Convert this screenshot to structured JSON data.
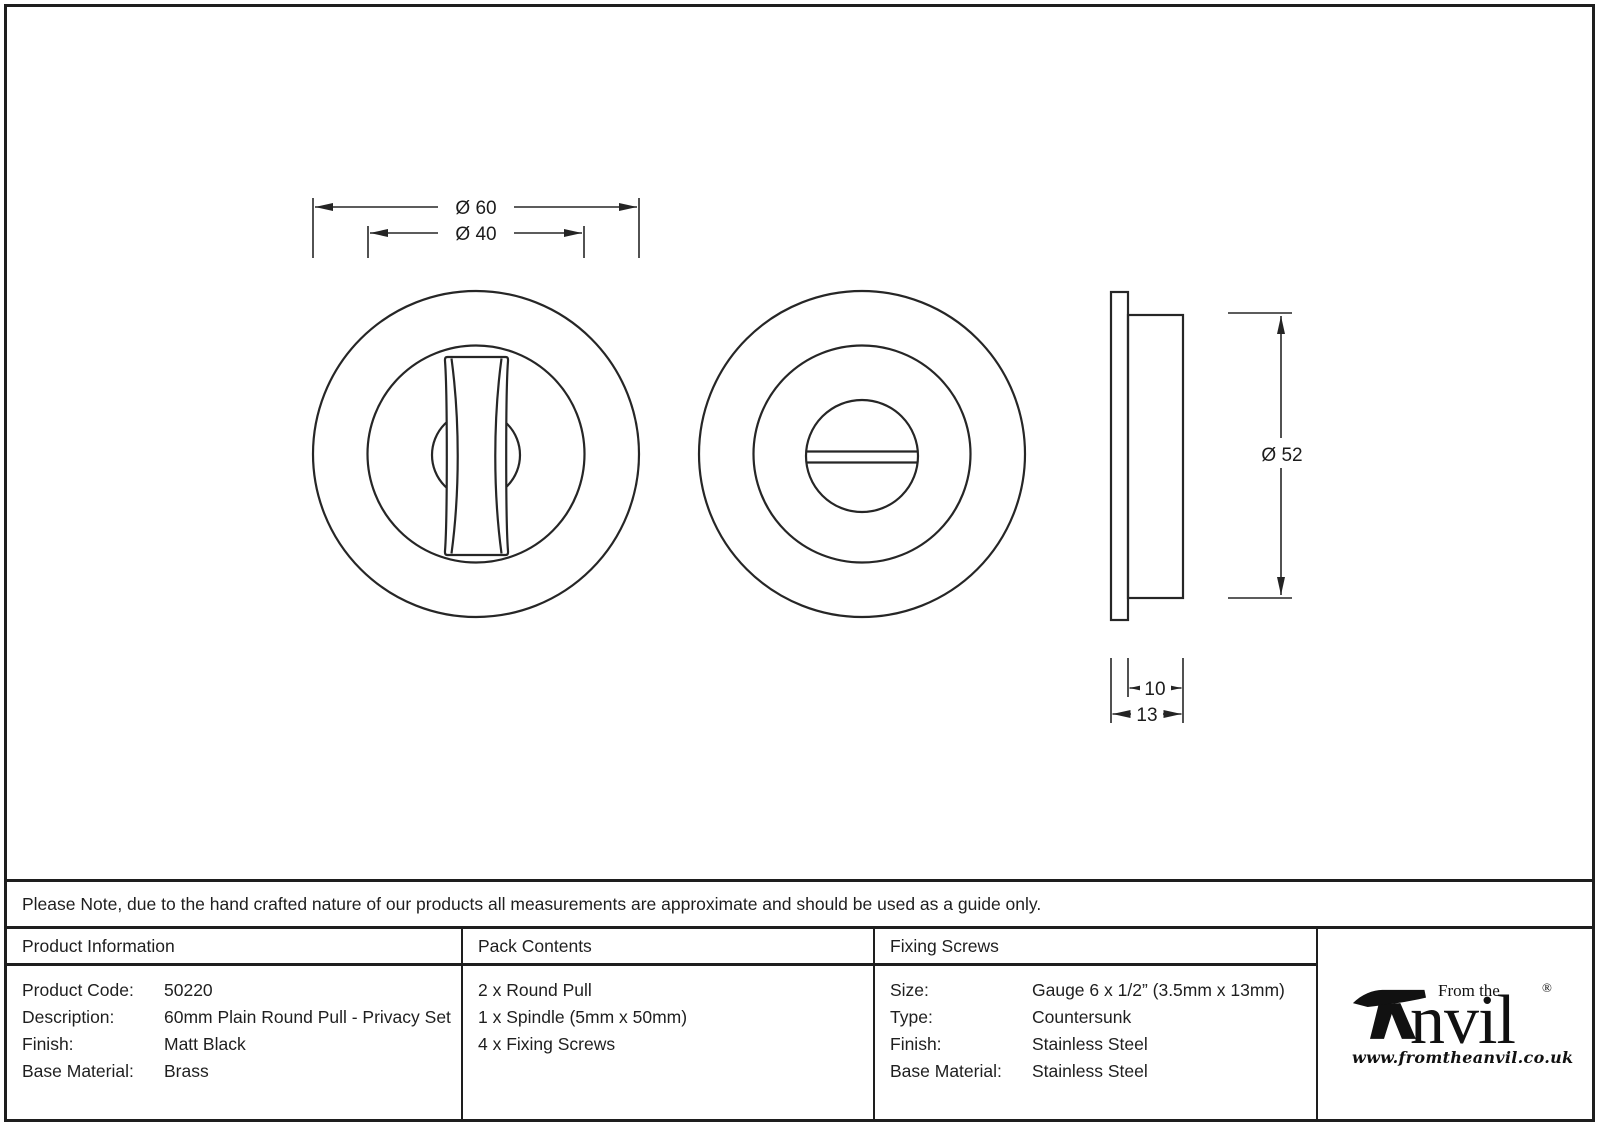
{
  "note": {
    "text": "Please Note, due to the hand crafted nature of our products all measurements are approximate and should be used as a guide only."
  },
  "drawing": {
    "dims": {
      "outer_diameter": "Ø 60",
      "inner_diameter": "Ø 40",
      "side_diameter": "Ø 52",
      "recess_depth": "10",
      "total_depth": "13"
    }
  },
  "table": {
    "product_information": {
      "header": "Product Information",
      "rows": [
        {
          "label": "Product Code:",
          "value": "50220"
        },
        {
          "label": "Description:",
          "value": "60mm Plain Round Pull - Privacy Set"
        },
        {
          "label": "Finish:",
          "value": "Matt Black"
        },
        {
          "label": "Base Material:",
          "value": "Brass"
        }
      ]
    },
    "pack_contents": {
      "header": "Pack Contents",
      "items": [
        "2 x Round Pull",
        "1 x Spindle (5mm x 50mm)",
        "4 x Fixing Screws"
      ]
    },
    "fixing_screws": {
      "header": "Fixing Screws",
      "rows": [
        {
          "label": "Size:",
          "value": "Gauge 6 x 1/2” (3.5mm x 13mm)"
        },
        {
          "label": "Type:",
          "value": "Countersunk"
        },
        {
          "label": "Finish:",
          "value": "Stainless Steel"
        },
        {
          "label": "Base Material:",
          "value": "Stainless Steel"
        }
      ]
    }
  },
  "logo": {
    "tagline": "From the",
    "brand_suffix": "nvil",
    "registered": "®",
    "url": "www.fromtheanvil.co.uk"
  },
  "colors": {
    "ink": "#1c1c1c",
    "line": "#262626",
    "background": "#ffffff"
  }
}
